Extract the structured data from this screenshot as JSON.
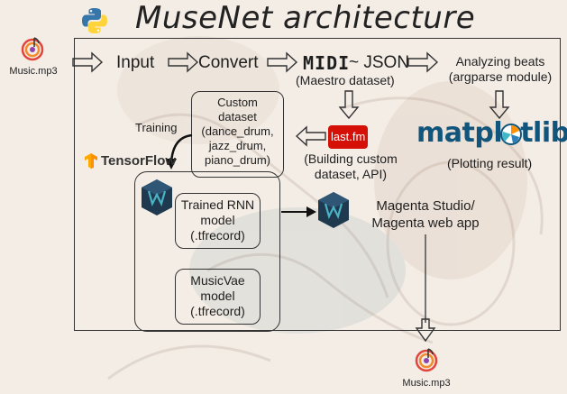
{
  "title": "MuseNet architecture",
  "flow": {
    "input_file": "Music.mp3",
    "input": "Input",
    "convert": "Convert",
    "midi_logo": "MIDI",
    "json": "~ JSON",
    "maestro": "(Maestro dataset)",
    "analyzing_line1": "Analyzing beats",
    "analyzing_line2": "(argparse module)",
    "matplotlib_logo": "matplotlib",
    "plotting": "(Plotting result)",
    "lastfm_logo": "last.fm",
    "building_line1": "(Building custom",
    "building_line2": "dataset, API)",
    "custom_line1": "Custom",
    "custom_line2": "dataset",
    "custom_line3": "(dance_drum,",
    "custom_line4": "jazz_drum,",
    "custom_line5": "piano_drum)",
    "training": "Training",
    "tensorflow_logo": "TensorFlow",
    "rnn_line1": "Trained RNN",
    "rnn_line2": "model",
    "rnn_line3": "(.tfrecord)",
    "vae_line1": "MusicVae",
    "vae_line2": "model",
    "vae_line3": "(.tfrecord)",
    "magenta_line1": "Magenta Studio/",
    "magenta_line2": "Magenta web app",
    "output_file": "Music.mp3"
  },
  "colors": {
    "python_blue": "#3776ab",
    "python_yellow": "#ffd43b",
    "lastfm_red": "#d51007",
    "matplotlib_blue": "#11557c",
    "tensorflow_orange": "#ff8f00",
    "magenta_dark": "#1f3a4f",
    "magenta_teal": "#4ab3c6"
  },
  "icons": [
    "python-logo-icon",
    "music-file-icon",
    "tensorflow-icon",
    "magenta-icon",
    "matplotlib-icon"
  ]
}
